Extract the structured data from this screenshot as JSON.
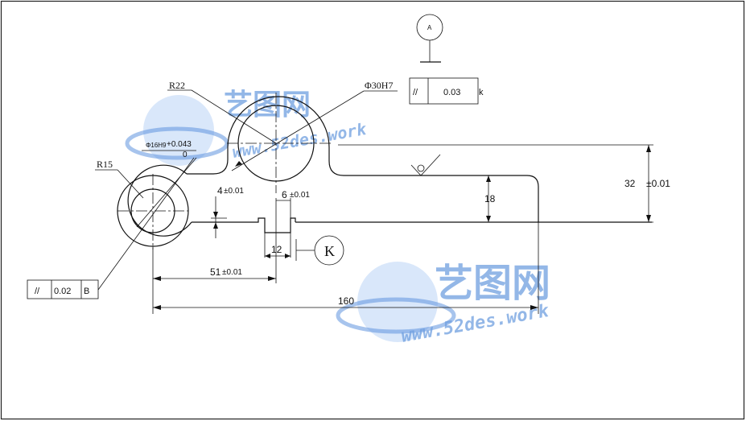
{
  "dimensions": {
    "r22": "R22",
    "phi30": "Φ30H7",
    "phi16": "Φ16H9",
    "phi16_upper": "+0.043",
    "phi16_lower": "0",
    "r15": "R15",
    "d4": "4",
    "d4_tol": "±0.01",
    "d6": "6",
    "d6_tol": "±0.01",
    "d12": "12",
    "d51": "51",
    "d51_tol": "±0.01",
    "d160": "160",
    "d18": "18",
    "d32": "32",
    "d32_tol": "±0.01"
  },
  "frames": {
    "top": {
      "symbol": "//",
      "value": "0.03",
      "datum": "k"
    },
    "left": {
      "symbol": "//",
      "value": "0.02",
      "datum": "B"
    }
  },
  "datum_a": "A",
  "view_k": "K",
  "watermark": {
    "text": "艺图网",
    "url": "www.52des.work"
  }
}
